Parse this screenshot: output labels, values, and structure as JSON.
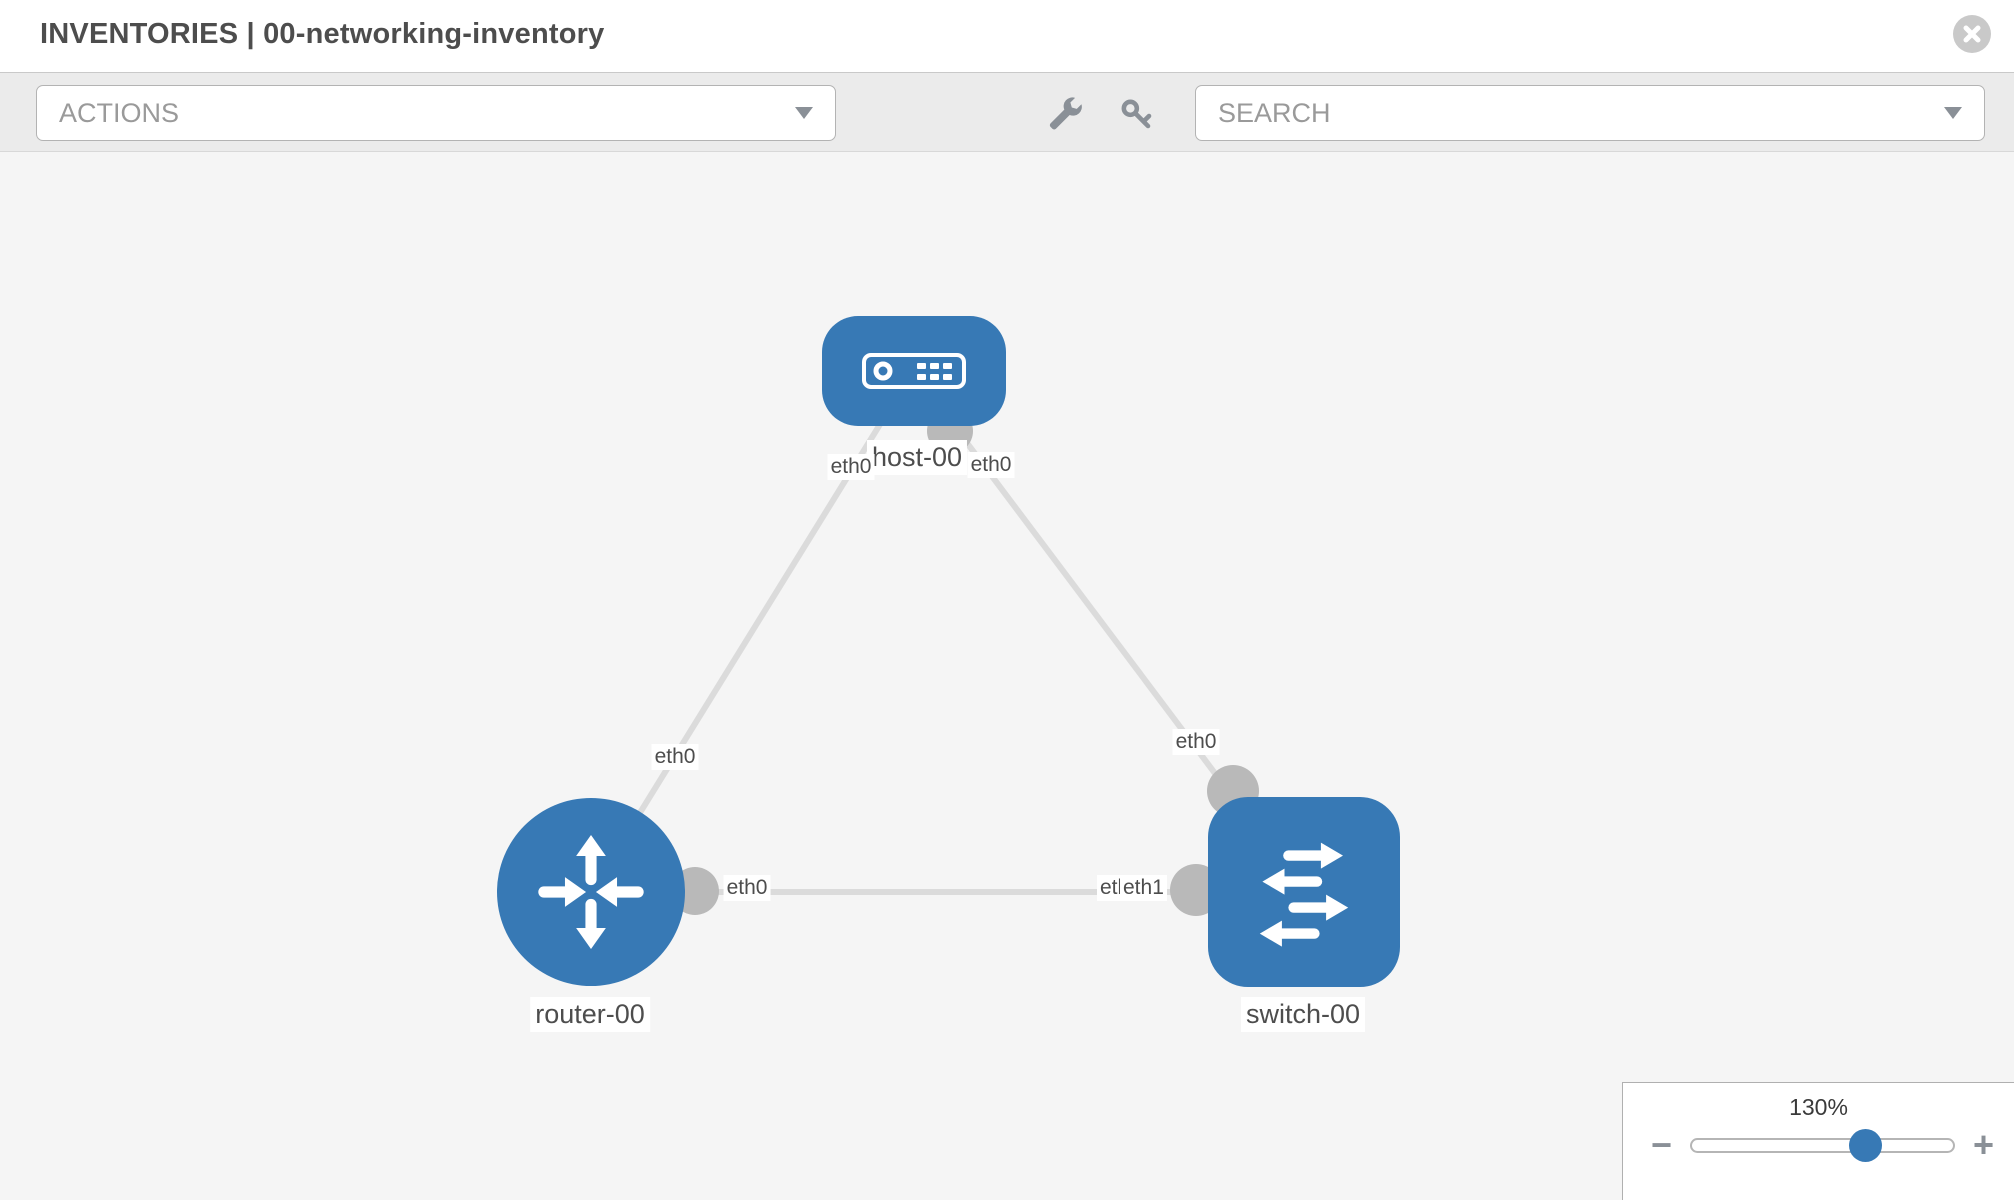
{
  "header": {
    "title": "INVENTORIES | 00-networking-inventory"
  },
  "toolbar": {
    "actions_placeholder": "ACTIONS",
    "search_placeholder": "SEARCH",
    "icons": [
      "wrench-icon",
      "key-icon"
    ]
  },
  "topology": {
    "nodes": {
      "host": {
        "label": "host-00",
        "type": "host"
      },
      "router": {
        "label": "router-00",
        "type": "router"
      },
      "switch": {
        "label": "switch-00",
        "type": "switch"
      }
    },
    "links": [
      {
        "source": "host-00",
        "target": "router-00",
        "source_interface": "eth0",
        "target_interface": "eth0"
      },
      {
        "source": "host-00",
        "target": "switch-00",
        "source_interface": "eth0",
        "target_interface": "eth0"
      },
      {
        "source": "router-00",
        "target": "switch-00",
        "source_interface": "eth0",
        "target_interface": "eth1"
      }
    ],
    "interface_labels": {
      "host_to_router_near_host": "eth0",
      "host_to_switch_near_host": "eth0",
      "host_to_router_near_router": "eth0",
      "host_to_switch_near_switch": "eth0",
      "router_to_switch_near_router": "eth0",
      "router_to_switch_near_switch_under": "eth0",
      "router_to_switch_near_switch_over": "eth1"
    }
  },
  "zoom_control": {
    "level": "130%",
    "minus": "−",
    "plus": "+"
  },
  "colors": {
    "node_blue": "#3779b5",
    "canvas_bg": "#f5f5f5",
    "toolbar_bg": "#ebebeb",
    "link_gray": "#dbdbdb",
    "dot_gray": "#b9b9b9",
    "label_text": "#4d4d4d",
    "icon_gray": "#8a9097"
  }
}
